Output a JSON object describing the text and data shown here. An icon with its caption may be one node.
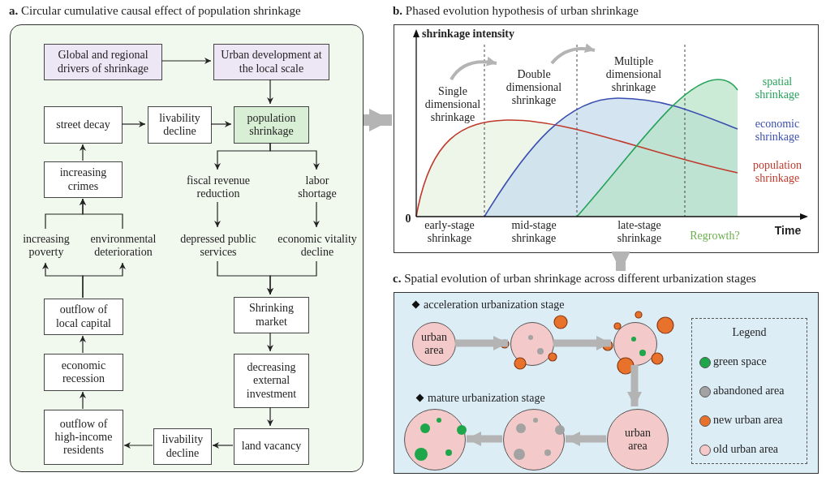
{
  "diagram": {
    "nodes": [
      {
        "text": [
          "**a.** Circular cumulative causal effect of population shrinkage"
        ]
      },
      {
        "text": [
          "Global and regional drivers of shrinkage"
        ],
        "in": 0
      },
      {
        "text": [
          "Urban development at the local scale"
        ],
        "in": 0
      },
      {
        "text": [
          "street decay"
        ],
        "in": 0
      },
      {
        "text": [
          "livability decline"
        ],
        "in": 0
      },
      {
        "text": [
          "population shrinkage"
        ],
        "in": 0
      },
      {
        "text": [
          "fiscal revenue reduction"
        ],
        "in": 0
      },
      {
        "text": [
          "labor shortage"
        ],
        "in": 0
      },
      {
        "text": [
          "increasing crimes"
        ],
        "in": 0
      },
      {
        "text": [
          "increasing poverty"
        ],
        "in": 0
      },
      {
        "text": [
          "environmental deterioration"
        ],
        "in": 0
      },
      {
        "text": [
          "depressed public services"
        ],
        "in": 0
      },
      {
        "text": [
          "economic vitality decline"
        ],
        "in": 0
      },
      {
        "text": [
          "outflow of local capital"
        ],
        "in": 0
      },
      {
        "text": [
          "Shrinking market"
        ],
        "in": 0
      },
      {
        "text": [
          "economic recession"
        ],
        "in": 0
      },
      {
        "text": [
          "decreasing external investment"
        ],
        "in": 0
      },
      {
        "text": [
          "outflow of high-income residents"
        ],
        "in": 0
      },
      {
        "text": [
          "livability decline"
        ],
        "in": 0
      },
      {
        "text": [
          "land vacancy"
        ],
        "in": 0
      },
      {
        "text": [
          "**b.** Phased evolution hypothesis of urban shrinkage"
        ]
      },
      {
        "text": [
          "Single dimensional shrinkage"
        ],
        "in": 20
      },
      {
        "text": [
          "Double dimensional shrinkage"
        ],
        "in": 20
      },
      {
        "text": [
          "Multiple dimensional shrinkage"
        ],
        "in": 20
      },
      {
        "text": [
          "**c.** Spatial evolution of urban shrinkage across different urbanization stages"
        ]
      },
      {
        "text": [
          "urban area"
        ],
        "in": 24
      },
      {
        "text": [],
        "shape": "circle",
        "in": 24
      },
      {
        "text": [],
        "shape": "circle",
        "in": 24
      },
      {
        "text": [
          "urban area"
        ],
        "in": 24
      },
      {
        "text": [],
        "shape": "circle",
        "in": 24
      },
      {
        "text": [],
        "shape": "circle",
        "in": 24
      }
    ],
    "edges": [
      {
        "from": 1,
        "to": 2,
        "arrow": "to"
      },
      {
        "from": 2,
        "to": 5,
        "arrow": "to"
      },
      {
        "from": 3,
        "to": 4,
        "arrow": "to"
      },
      {
        "from": 4,
        "to": 5,
        "arrow": "to"
      },
      {
        "from": 5,
        "to": 6,
        "arrow": "to"
      },
      {
        "from": 5,
        "to": 7,
        "arrow": "to"
      },
      {
        "from": 6,
        "to": 11,
        "arrow": "to"
      },
      {
        "from": 7,
        "to": 12,
        "arrow": "to"
      },
      {
        "from": 11,
        "to": 14,
        "arrow": "to"
      },
      {
        "from": 12,
        "to": 14,
        "arrow": "to"
      },
      {
        "from": 14,
        "to": 16,
        "arrow": "to"
      },
      {
        "from": 16,
        "to": 19,
        "arrow": "to"
      },
      {
        "from": 19,
        "to": 18,
        "arrow": "to"
      },
      {
        "from": 18,
        "to": 17,
        "arrow": "to"
      },
      {
        "from": 17,
        "to": 15,
        "arrow": "to"
      },
      {
        "from": 15,
        "to": 13,
        "arrow": "to"
      },
      {
        "from": 13,
        "to": 9,
        "arrow": "to"
      },
      {
        "from": 13,
        "to": 10,
        "arrow": "to"
      },
      {
        "from": 9,
        "to": 8,
        "arrow": "to"
      },
      {
        "from": 10,
        "to": 8,
        "arrow": "to"
      },
      {
        "from": 8,
        "to": 3,
        "arrow": "to"
      },
      {
        "from": 0,
        "to": 20,
        "arrow": "to",
        "style": "thick",
        "color": "#b4b4b4"
      },
      {
        "from": 20,
        "to": 24,
        "arrow": "to",
        "style": "thick",
        "color": "#b4b4b4"
      },
      {
        "from": 21,
        "to": 22,
        "arrow": "to",
        "style": "thick",
        "color": "#b4b4b4"
      },
      {
        "from": 22,
        "to": 23,
        "arrow": "to",
        "style": "thick",
        "color": "#b4b4b4"
      },
      {
        "from": 25,
        "to": 26,
        "arrow": "to",
        "style": "thick",
        "color": "#b4b4b4"
      },
      {
        "from": 26,
        "to": 27,
        "arrow": "to",
        "style": "thick",
        "color": "#b4b4b4"
      },
      {
        "from": 27,
        "to": 28,
        "arrow": "to",
        "style": "thick",
        "color": "#b4b4b4"
      },
      {
        "from": 28,
        "to": 29,
        "arrow": "to",
        "style": "thick",
        "color": "#b4b4b4"
      },
      {
        "from": 29,
        "to": 30,
        "arrow": "to",
        "style": "thick",
        "color": "#b4b4b4"
      }
    ],
    "labels": [
      "shrinkage intensity",
      "0",
      "Time",
      "spatial shrinkage",
      "economic shrinkage",
      "population shrinkage",
      "early-stage shrinkage",
      "mid-stage shrinkage",
      "late-stage shrinkage",
      "Regrowth?",
      "acceleration urbanization stage",
      "mature urbanization stage",
      "Legend"
    ],
    "legend": [
      {
        "text": "green space",
        "color": "#1fa64a"
      },
      {
        "text": "abandoned area",
        "color": "#a3a3a3"
      },
      {
        "text": "new urban area",
        "color": "#e8722c"
      },
      {
        "text": "old urban area",
        "color": "#f3c9c9"
      }
    ]
  }
}
